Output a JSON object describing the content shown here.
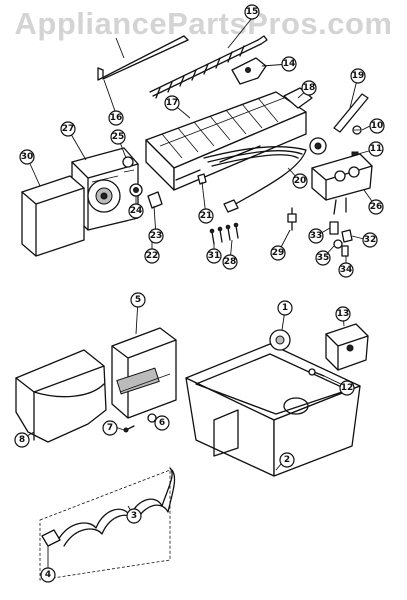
{
  "watermark": "AppliancePartsPros.com",
  "callouts": [
    "1",
    "2",
    "3",
    "4",
    "5",
    "6",
    "7",
    "8",
    "10",
    "11",
    "12",
    "13",
    "14",
    "15",
    "16",
    "17",
    "18",
    "19",
    "20",
    "21",
    "22",
    "23",
    "24",
    "25",
    "26",
    "27",
    "28",
    "29",
    "30",
    "31",
    "32",
    "33",
    "34",
    "35"
  ]
}
